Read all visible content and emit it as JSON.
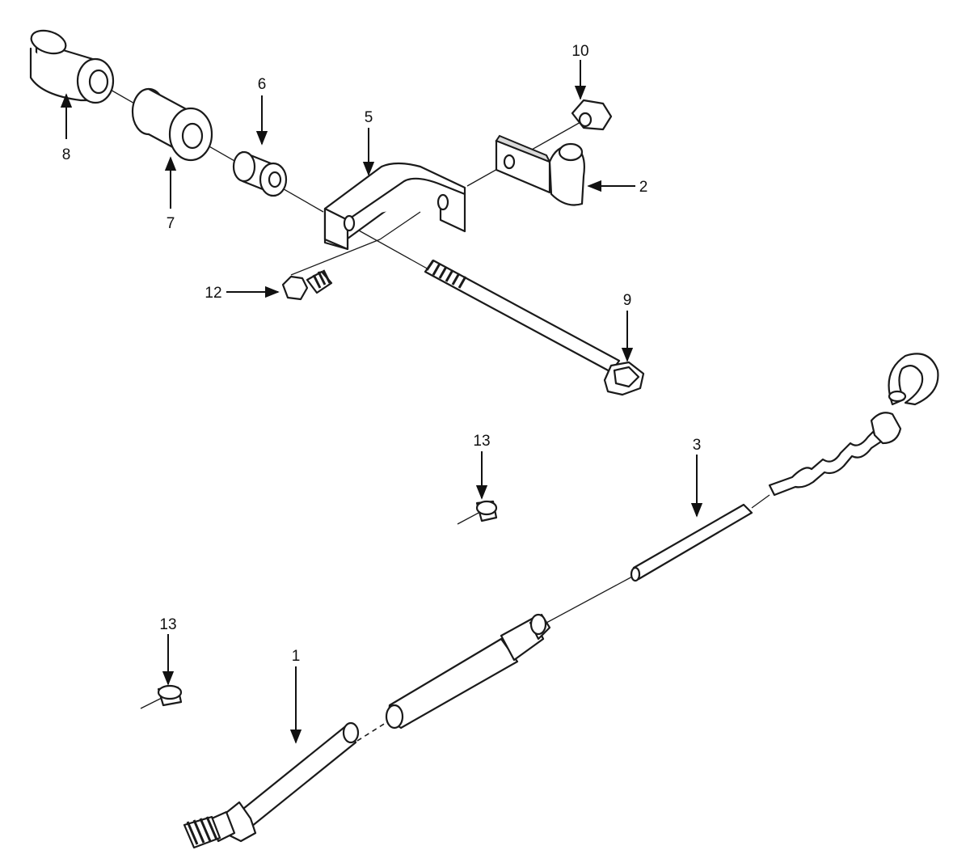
{
  "callouts": [
    {
      "id": "c8",
      "text": "8"
    },
    {
      "id": "c7",
      "text": "7"
    },
    {
      "id": "c6",
      "text": "6"
    },
    {
      "id": "c5",
      "text": "5"
    },
    {
      "id": "c10",
      "text": "10"
    },
    {
      "id": "c2",
      "text": "2"
    },
    {
      "id": "c12",
      "text": "12"
    },
    {
      "id": "c9",
      "text": "9"
    },
    {
      "id": "c13a",
      "text": "13"
    },
    {
      "id": "c3",
      "text": "3"
    },
    {
      "id": "c13b",
      "text": "13"
    },
    {
      "id": "c1",
      "text": "1"
    }
  ]
}
